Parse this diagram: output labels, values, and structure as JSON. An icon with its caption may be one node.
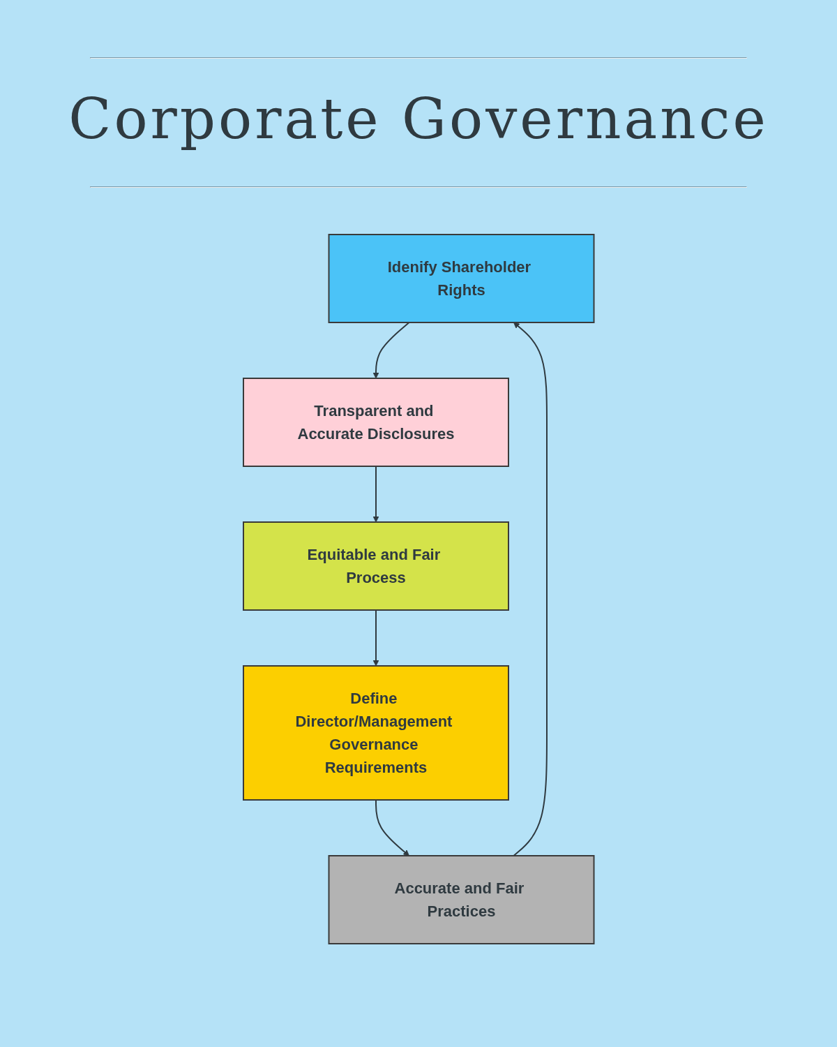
{
  "diagram": {
    "title": "Corporate Governance",
    "nodes": [
      {
        "text": [
          "Idenify Shareholder Rights"
        ]
      },
      {
        "text": [
          "Accurate and Fair Practices"
        ]
      },
      {
        "text": [
          "Transparent and Accurate Disclosures"
        ]
      },
      {
        "text": [
          "Define Director/Management Governance Requirements"
        ]
      },
      {
        "text": [
          "Equitable and Fair Process"
        ]
      }
    ],
    "edges": [
      {
        "from": 0,
        "to": 2,
        "arrow": "to"
      },
      {
        "from": 2,
        "to": 4,
        "arrow": "to"
      },
      {
        "from": 4,
        "to": 3,
        "arrow": "to"
      },
      {
        "from": 3,
        "to": 1,
        "arrow": "to"
      },
      {
        "from": 1,
        "to": 0,
        "arrow": "to"
      }
    ]
  }
}
